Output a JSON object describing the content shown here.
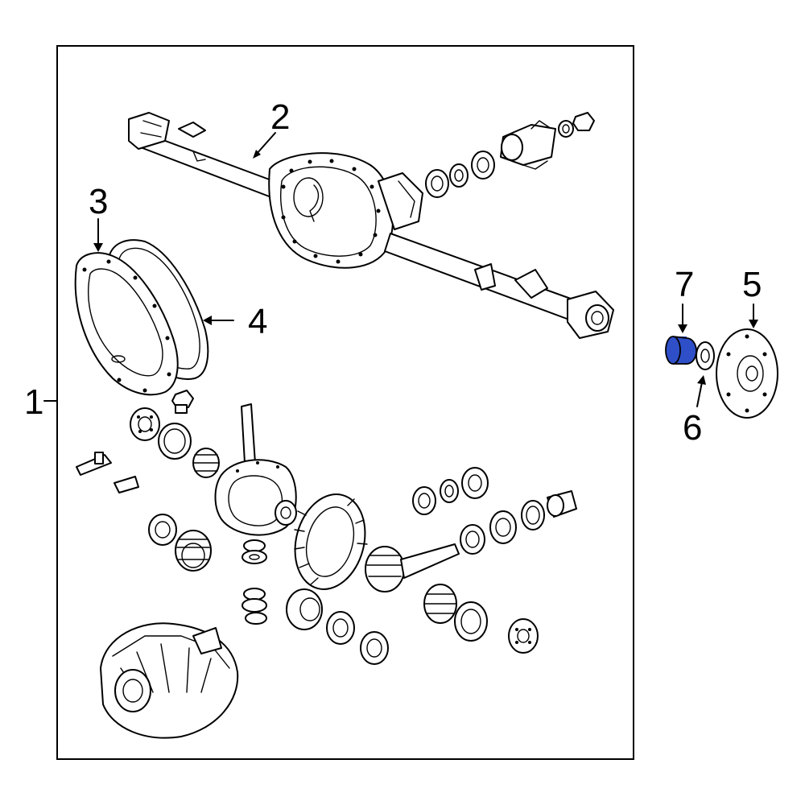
{
  "callouts": {
    "c1": "1",
    "c2": "2",
    "c3": "3",
    "c4": "4",
    "c5": "5",
    "c6": "6",
    "c7": "7"
  },
  "highlight_color": "#2f4fc9",
  "line_color": "#000000",
  "background_color": "#ffffff"
}
